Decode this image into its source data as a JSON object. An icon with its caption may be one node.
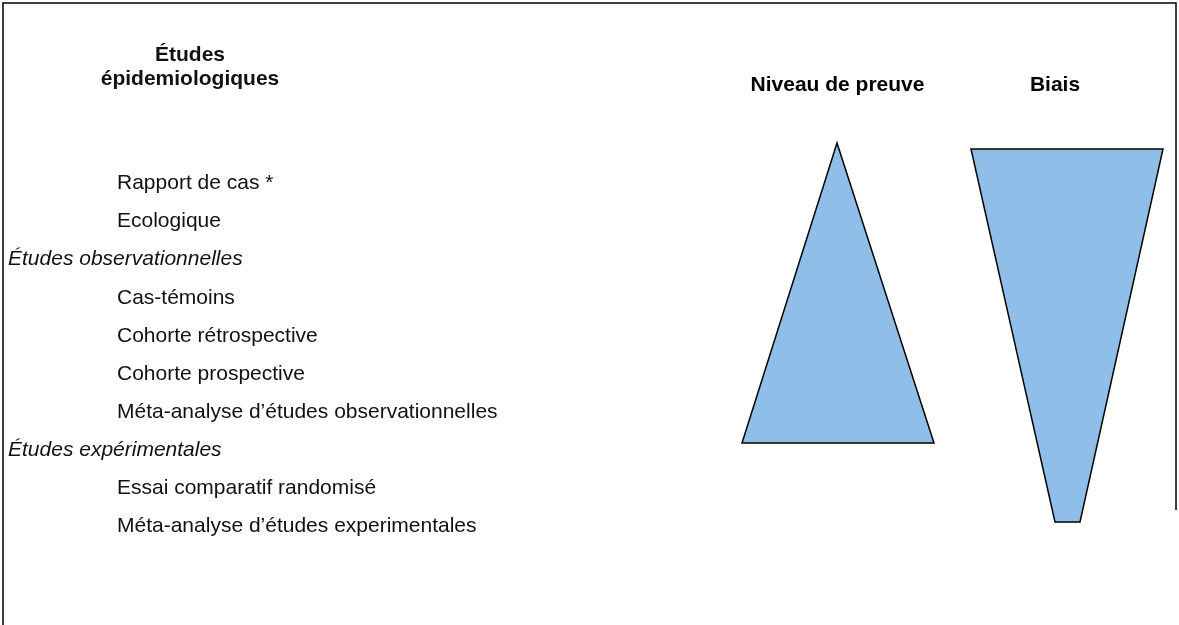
{
  "diagram": {
    "nodes": [
      {
        "text": [
          "Niveau de preuve"
        ]
      },
      {
        "text": [
          "Biais"
        ]
      }
    ],
    "labels": [
      "Études épidemiologiques",
      "Rapport de cas *",
      "Ecologique",
      "Études observationnelles",
      "Cas-témoins",
      "Cohorte rétrospective",
      "Cohorte prospective",
      "Méta-analyse d’études observationnelles",
      "Études expérimentales",
      "Essai comparatif randomisé",
      "Méta-analyse d’études experimentales"
    ]
  }
}
